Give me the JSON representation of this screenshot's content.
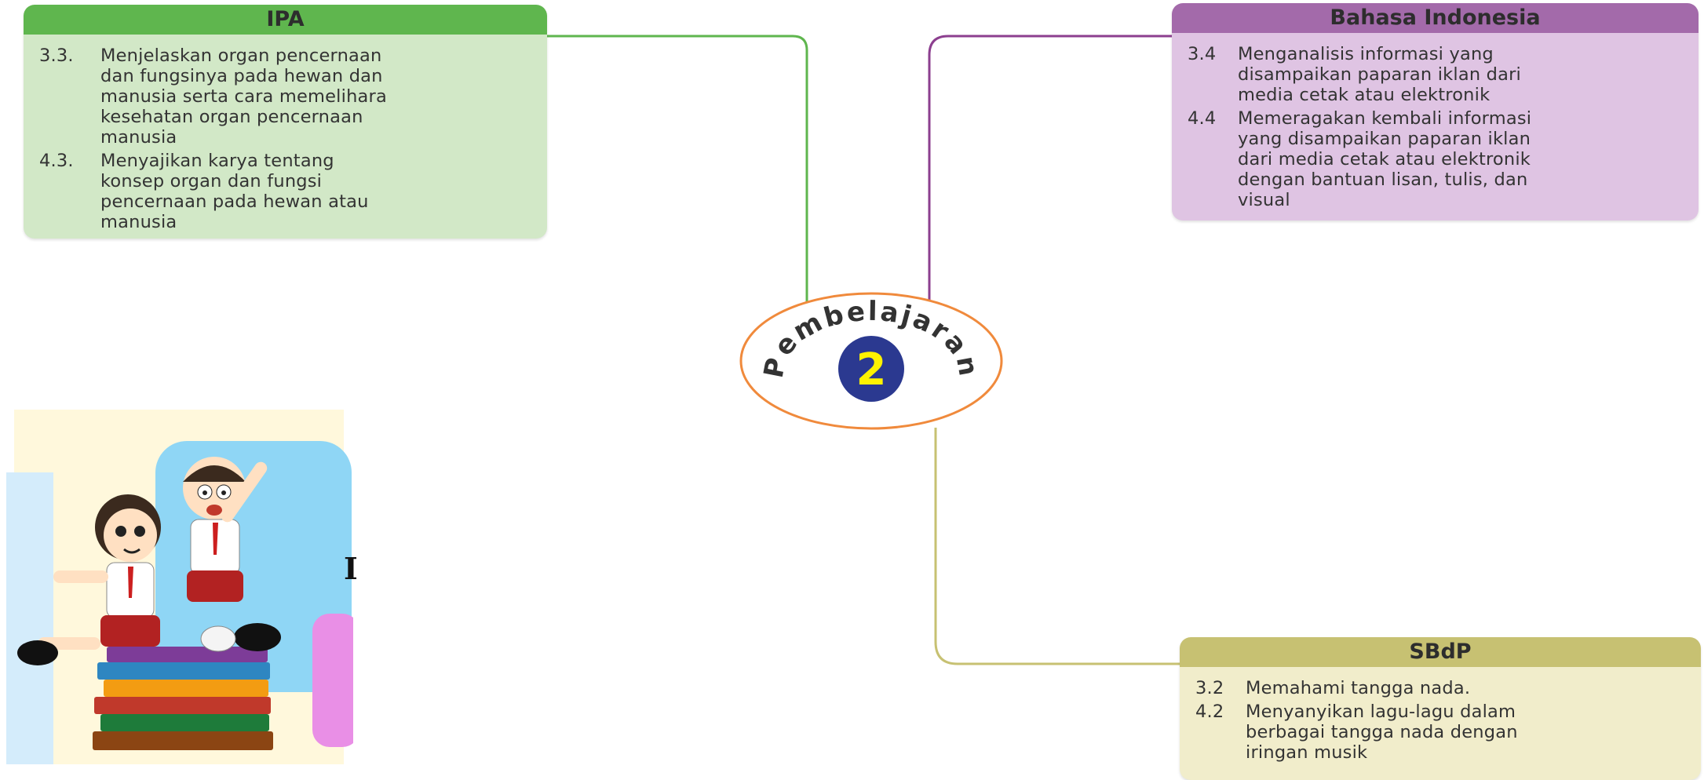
{
  "hub": {
    "label": "Pembelajaran",
    "number": "2"
  },
  "subjects": {
    "ipa": {
      "title": "IPA",
      "items": [
        {
          "num": "3.3.",
          "lines": [
            "Menjelaskan organ pencernaan",
            "dan fungsinya pada hewan dan",
            "manusia serta cara memelihara",
            "kesehatan organ pencernaan",
            "manusia"
          ]
        },
        {
          "num": "4.3.",
          "lines": [
            "Menyajikan karya tentang",
            "konsep organ dan fungsi",
            "pencernaan pada hewan atau",
            "manusia"
          ]
        }
      ]
    },
    "bahasa_indonesia": {
      "title": "Bahasa Indonesia",
      "items": [
        {
          "num": "3.4",
          "lines": [
            "Menganalisis informasi yang",
            "disampaikan paparan iklan dari",
            "media cetak atau elektronik"
          ]
        },
        {
          "num": "4.4",
          "lines": [
            "Memeragakan kembali informasi",
            "yang disampaikan paparan iklan",
            "dari media cetak atau elektronik",
            "dengan bantuan lisan, tulis, dan",
            "visual"
          ]
        }
      ]
    },
    "sbdp": {
      "title": "SBdP",
      "items": [
        {
          "num": "3.2",
          "lines": [
            "Memahami tangga nada."
          ]
        },
        {
          "num": "4.2",
          "lines": [
            "Menyanyikan lagu-lagu dalam",
            "berbagai tangga nada dengan",
            "iringan musik"
          ]
        }
      ]
    }
  },
  "illustration": {
    "partial_letter": "I"
  },
  "colors": {
    "ipa": "#5fb64e",
    "bahasa_indonesia": "#a36aaa",
    "sbdp": "#c7c172",
    "hub_ring": "#f08a3c",
    "hub_circle": "#2b3990",
    "hub_number": "#fff200"
  }
}
